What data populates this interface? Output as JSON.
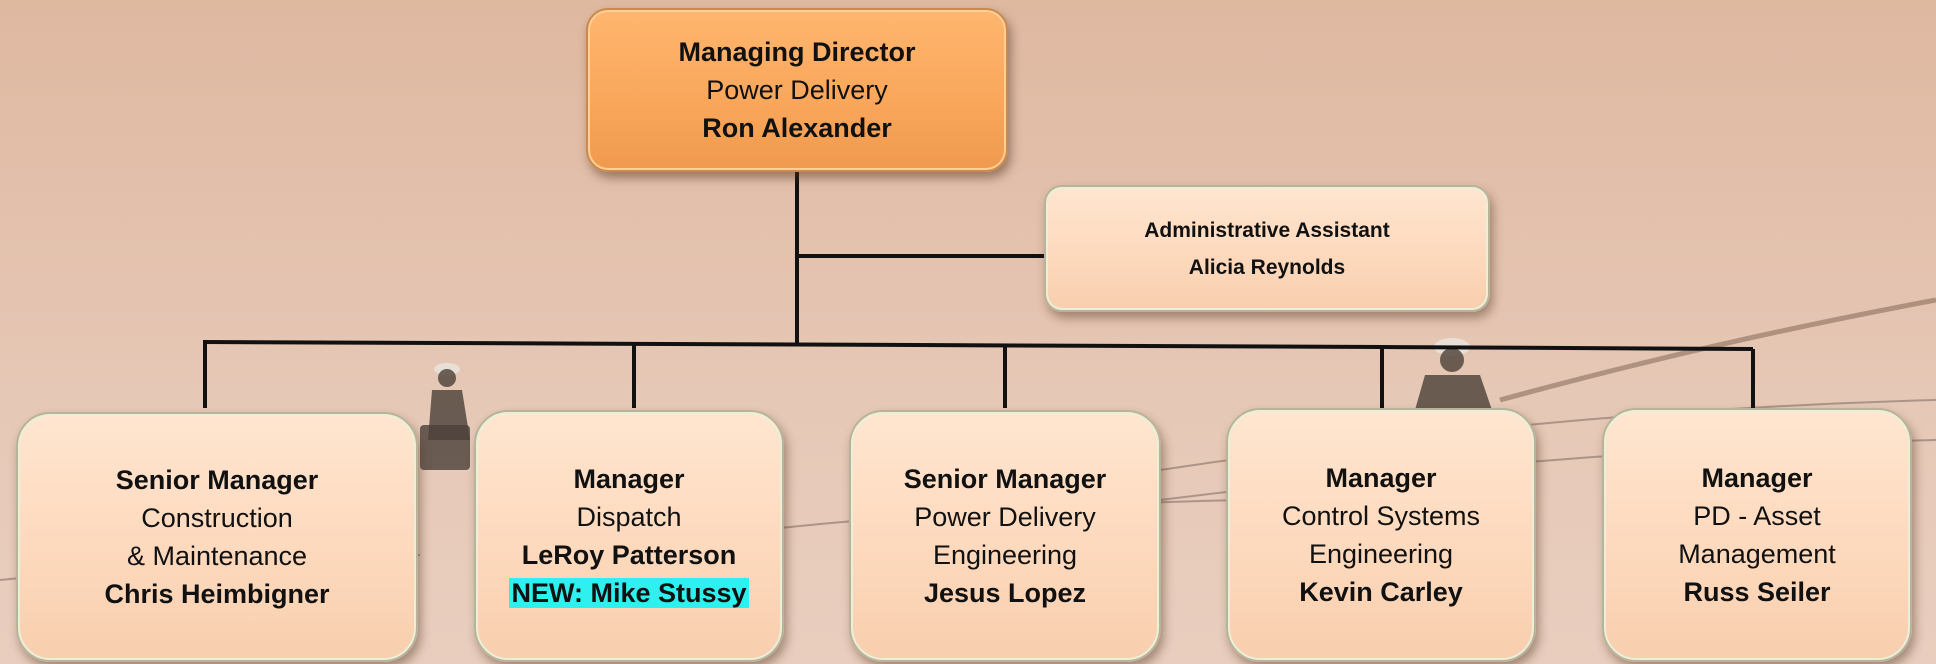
{
  "nodes": {
    "managing_director": {
      "title": "Managing Director",
      "dept": "Power Delivery",
      "name": "Ron Alexander"
    },
    "admin_assistant": {
      "title": "Administrative Assistant",
      "name": "Alicia Reynolds"
    },
    "sm_construction": {
      "title": "Senior Manager",
      "dept_line1": "Construction",
      "dept_line2": "& Maintenance",
      "name": "Chris Heimbigner"
    },
    "mgr_dispatch": {
      "title": "Manager",
      "dept": "Dispatch",
      "name": "LeRoy Patterson",
      "new_note": "NEW: Mike Stussy"
    },
    "sm_pd_engineering": {
      "title": "Senior Manager",
      "dept_line1": "Power Delivery",
      "dept_line2": "Engineering",
      "name": "Jesus Lopez"
    },
    "mgr_control_systems": {
      "title": "Manager",
      "dept_line1": "Control Systems",
      "dept_line2": "Engineering",
      "name": "Kevin Carley"
    },
    "mgr_asset_mgmt": {
      "title": "Manager",
      "dept_line1": "PD - Asset",
      "dept_line2": "Management",
      "name": "Russ Seiler"
    }
  },
  "colors": {
    "top_box": "#f9a65a",
    "box": "#fdd9bd",
    "highlight": "#2ef0ee",
    "connector": "#111111"
  }
}
